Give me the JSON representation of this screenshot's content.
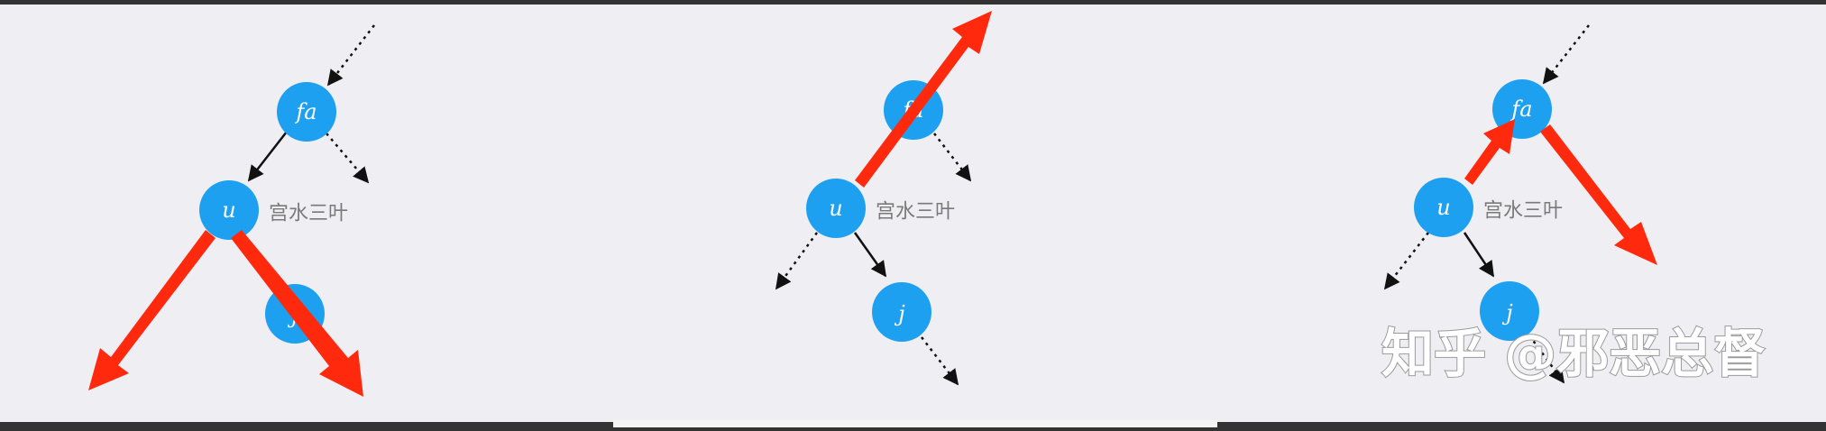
{
  "colors": {
    "node": "#1ea0f0",
    "arrow": "#ff2a0e",
    "edge": "#111111",
    "panel": "#eeeef3",
    "frame": "#333333"
  },
  "panels": [
    {
      "nodes": [
        {
          "id": "fa",
          "label": "fa"
        },
        {
          "id": "u",
          "label": "u"
        },
        {
          "id": "j",
          "label": "j"
        }
      ],
      "watermark": "宫水三叶"
    },
    {
      "nodes": [
        {
          "id": "fa",
          "label": "fa"
        },
        {
          "id": "u",
          "label": "u"
        },
        {
          "id": "j",
          "label": "j"
        }
      ],
      "watermark": "宫水三叶"
    },
    {
      "nodes": [
        {
          "id": "fa",
          "label": "fa"
        },
        {
          "id": "u",
          "label": "u"
        },
        {
          "id": "j",
          "label": "j"
        }
      ],
      "watermark": "宫水三叶"
    }
  ],
  "brand_watermark": "知乎 @邪恶总督"
}
